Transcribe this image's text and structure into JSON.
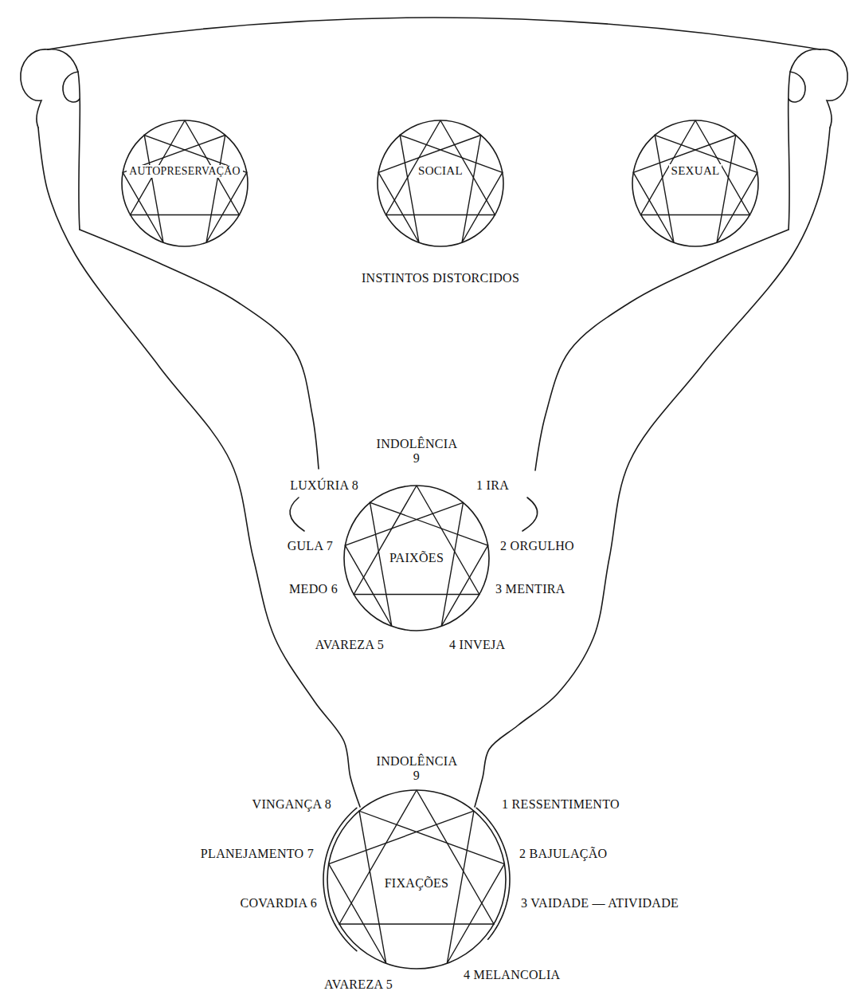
{
  "diagram": {
    "nodes": [
      {
        "text": [
          "AUTOPRESERVAÇÃO"
        ]
      },
      {
        "text": [
          "SOCIAL"
        ]
      },
      {
        "text": [
          "SEXUAL"
        ]
      },
      {
        "text": [
          "PAIXÕES"
        ]
      },
      {
        "text": [
          "FIXAÇÕES"
        ]
      }
    ],
    "labels": [
      "INSTINTOS DISTORCIDOS",
      "INDOLÊNCIA 9",
      "LUXÚRIA 8",
      "1 IRA",
      "GULA 7",
      "2 ORGULHO",
      "MEDO 6",
      "3 MENTIRA",
      "AVAREZA 5",
      "4 INVEJA",
      "INDOLÊNCIA 9",
      "VINGANÇA 8",
      "1 RESSENTIMENTO",
      "PLANEJAMENTO 7",
      "2 BAJULAÇÃO",
      "COVARDIA 6",
      "3 VAIDADE — ATIVIDADE",
      "AVAREZA 5",
      "4 MELANCOLIA"
    ]
  }
}
